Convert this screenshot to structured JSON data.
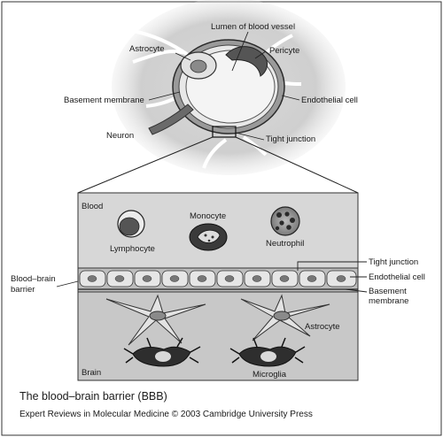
{
  "top_labels": {
    "lumen": "Lumen of blood vessel",
    "astrocyte": "Astrocyte",
    "pericyte": "Pericyte",
    "basement_membrane": "Basement membrane",
    "endothelial_cell": "Endothelial cell",
    "neuron": "Neuron",
    "tight_junction": "Tight junction"
  },
  "detail_labels": {
    "blood": "Blood",
    "monocyte": "Monocyte",
    "lymphocyte": "Lymphocyte",
    "neutrophil": "Neutrophil",
    "bbb_line1": "Blood–brain",
    "bbb_line2": "barrier",
    "tight_junction": "Tight junction",
    "endothelial_cell": "Endothelial cell",
    "basement_line1": "Basement",
    "basement_line2": "membrane",
    "astrocyte": "Astrocyte",
    "brain": "Brain",
    "microglia": "Microglia"
  },
  "caption": "The blood–brain barrier (BBB)",
  "credit": "Expert Reviews in Molecular Medicine © 2003 Cambridge University Press"
}
